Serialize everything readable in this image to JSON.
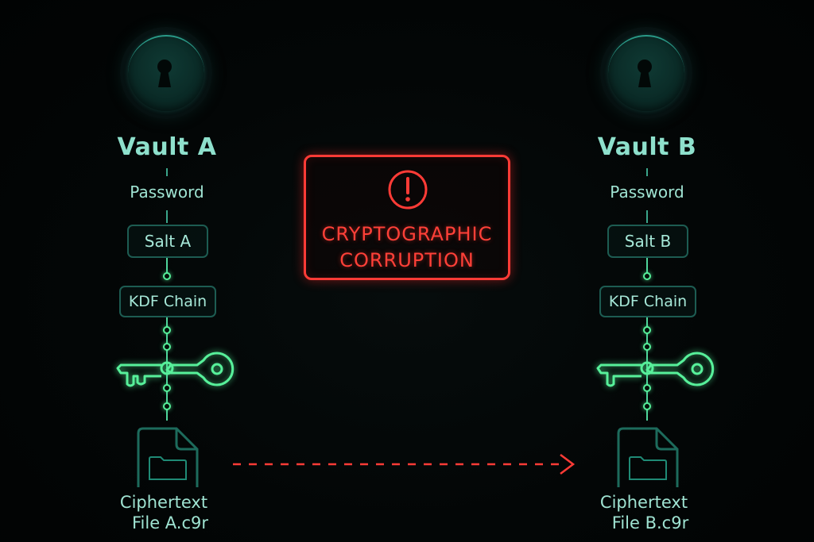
{
  "diagram": {
    "vaults": [
      {
        "id": "A",
        "title": "Vault A",
        "password_label": "Password",
        "salt_label": "Salt A",
        "kdf_label": "KDF Chain",
        "file_line1": "Ciphertext",
        "file_line2": "File A.c9r",
        "icons": [
          "keyhole-lock-icon",
          "key-icon",
          "encrypted-file-icon",
          "folder-icon"
        ]
      },
      {
        "id": "B",
        "title": "Vault B",
        "password_label": "Password",
        "salt_label": "Salt B",
        "kdf_label": "KDF Chain",
        "file_line1": "Ciphertext",
        "file_line2": "File B.c9r",
        "icons": [
          "keyhole-lock-icon",
          "key-icon",
          "encrypted-file-icon",
          "folder-icon"
        ]
      }
    ],
    "alert": {
      "icon": "exclamation-circle-icon",
      "line1": "CRYPTOGRAPHIC",
      "line2": "CORRUPTION"
    },
    "connector": {
      "from": "File A.c9r",
      "to": "File B.c9r",
      "style": "dashed-arrow"
    },
    "colors": {
      "background": "#030606",
      "teal_text": "#8ee0cc",
      "box_border": "#1d5c52",
      "glow_green": "#57f09a",
      "alert_red": "#ff3b36"
    }
  }
}
